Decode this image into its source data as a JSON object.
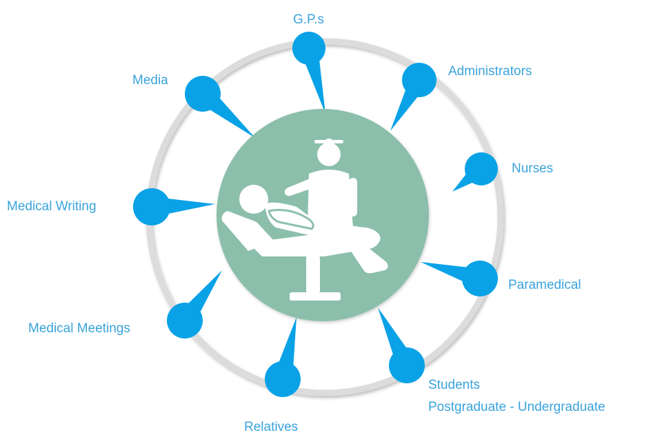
{
  "colors": {
    "node": "#0aa2e7",
    "label": "#3aa3dd",
    "ring": "#dcdcdc",
    "center_fill": "#8cbfab",
    "icon": "#ffffff"
  },
  "center": {
    "icon": "doctor-examining-patient-icon"
  },
  "nodes": [
    {
      "id": "gps",
      "label": "G.P.s"
    },
    {
      "id": "administrators",
      "label": "Administrators"
    },
    {
      "id": "nurses",
      "label": "Nurses"
    },
    {
      "id": "paramedical",
      "label": "Paramedical"
    },
    {
      "id": "students",
      "label": "Students",
      "label2": "Postgraduate - Undergraduate"
    },
    {
      "id": "relatives",
      "label": "Relatives"
    },
    {
      "id": "medical-meetings",
      "label": "Medical Meetings"
    },
    {
      "id": "medical-writing",
      "label": "Medical Writing"
    },
    {
      "id": "media",
      "label": "Media"
    }
  ]
}
